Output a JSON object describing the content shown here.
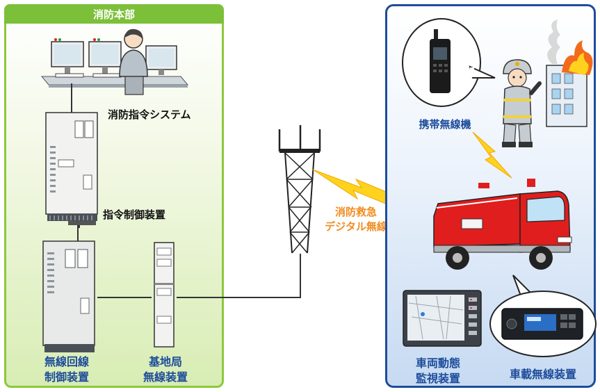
{
  "headquarters": {
    "title": "消防本部",
    "dispatch_system_label": "消防指令システム",
    "command_control_label": "指令制御装置",
    "radio_line_control_label": [
      "無線回線",
      "制御装置"
    ],
    "base_station_label": [
      "基地局",
      "無線装置"
    ]
  },
  "link": {
    "label": [
      "消防救急",
      "デジタル無線"
    ]
  },
  "field": {
    "portable_radio_label": "携帯無線機",
    "vehicle_monitor_label": [
      "車両動態",
      "監視装置"
    ],
    "vehicle_radio_label": "車載無線装置"
  },
  "colors": {
    "hq_green": "#7cc03a",
    "field_blue": "#1d4c9a",
    "lightning_yellow": "#ffd21e",
    "link_orange": "#f08c1e",
    "truck_red": "#e01e1e"
  }
}
